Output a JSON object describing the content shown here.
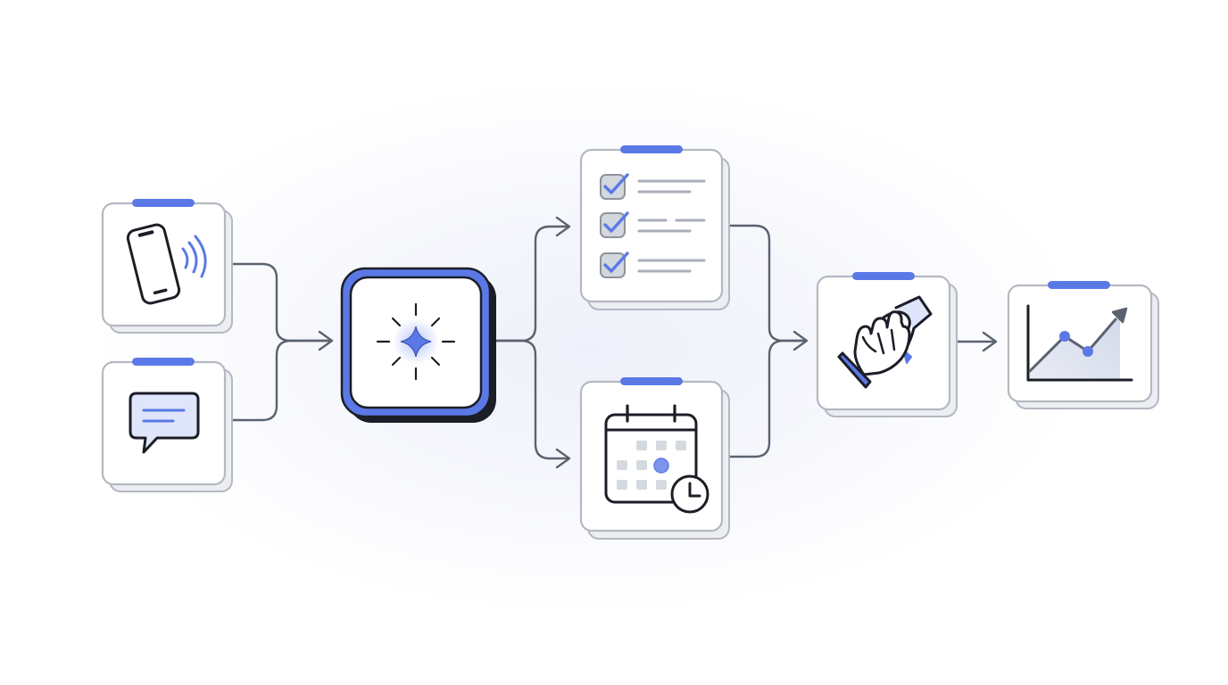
{
  "diagram": {
    "colors": {
      "accent": "#5b79e6",
      "accent_light": "#dfe5fb",
      "card_border": "#b4b8c1",
      "card_fill": "#ffffff",
      "card_back": "#eceef2",
      "connector": "#5b6270",
      "icon_stroke": "#1b1e26",
      "tile_gray": "#d5d9e0",
      "check_box_fill": "#d3d7de"
    },
    "nodes": [
      {
        "id": "phone-input",
        "icon": "phone-signal-icon"
      },
      {
        "id": "message-input",
        "icon": "chat-bubble-icon"
      },
      {
        "id": "ai-hub",
        "icon": "sparkle-icon"
      },
      {
        "id": "task-checklist",
        "icon": "checklist-icon"
      },
      {
        "id": "scheduling",
        "icon": "calendar-clock-icon"
      },
      {
        "id": "handshake",
        "icon": "handshake-icon"
      },
      {
        "id": "growth-chart",
        "icon": "growth-chart-icon"
      }
    ]
  }
}
